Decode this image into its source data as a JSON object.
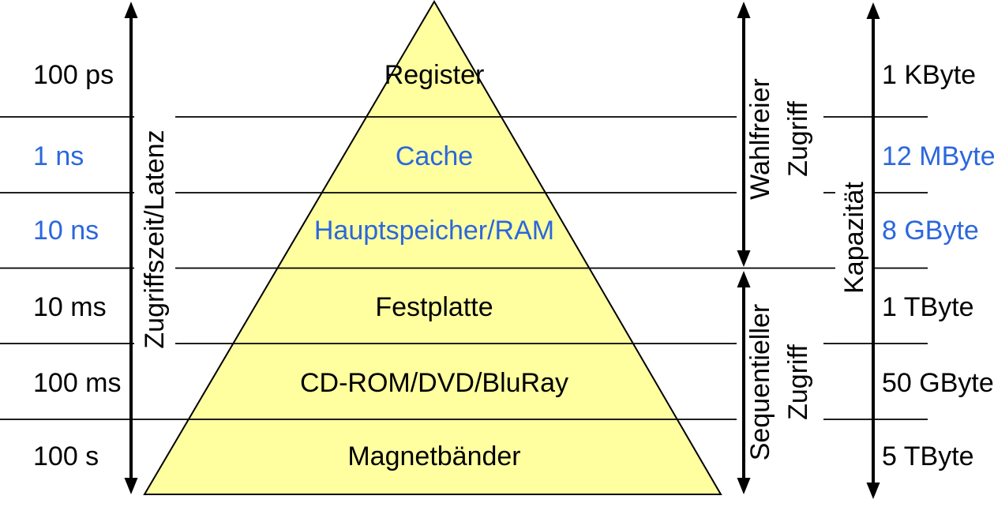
{
  "colors": {
    "pyramid_fill": "#ffffa0",
    "outline": "#000000",
    "highlight_blue": "#2b67de",
    "text_black": "#000000",
    "background": "#ffffff"
  },
  "left_axis": {
    "label": "Zugriffszeit/Latenz",
    "values": [
      {
        "text": "100 ps"
      },
      {
        "text": "1 ns"
      },
      {
        "text": "10 ns"
      },
      {
        "text": "10 ms"
      },
      {
        "text": "100 ms"
      },
      {
        "text": "100 s"
      }
    ]
  },
  "pyramid": {
    "levels": [
      {
        "name": "Register"
      },
      {
        "name": "Cache"
      },
      {
        "name": "Hauptspeicher/RAM"
      },
      {
        "name": "Festplatte"
      },
      {
        "name": "CD-ROM/DVD/BluRay"
      },
      {
        "name": "Magnetbänder"
      }
    ]
  },
  "access_modes": {
    "random": {
      "line1": "Wahlfreier",
      "line2": "Zugriff"
    },
    "sequential": {
      "line1": "Sequentieller",
      "line2": "Zugriff"
    }
  },
  "capacity_axis": {
    "label": "Kapazität",
    "values": [
      {
        "text": "1 KByte"
      },
      {
        "text": "12 MByte"
      },
      {
        "text": "8 GByte"
      },
      {
        "text": "1 TByte"
      },
      {
        "text": "50 GByte"
      },
      {
        "text": "5 TByte"
      }
    ]
  }
}
